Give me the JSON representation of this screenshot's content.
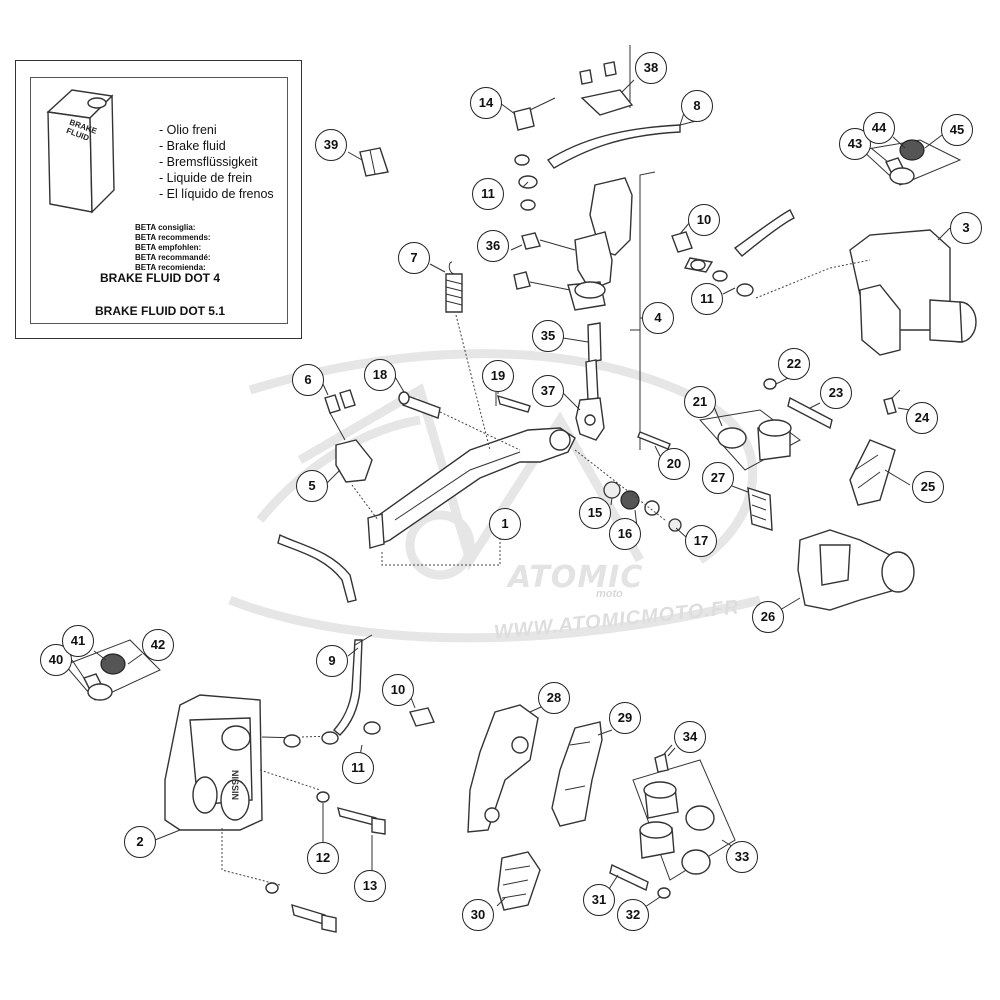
{
  "legend": {
    "bottle_label": "BRAKE FLUID",
    "fluid_names": [
      "- Olio freni",
      "- Brake fluid",
      "- Bremsflüssigkeit",
      "- Liquide de frein",
      "- El líquido de frenos"
    ],
    "recommendations": [
      "BETA consiglia:",
      "BETA recommends:",
      "BETA empfohlen:",
      "BETA recommandé:",
      "BETA recomienda:"
    ],
    "spec_1": "BRAKE FLUID DOT 4",
    "spec_2": "BRAKE FLUID DOT 5.1"
  },
  "watermark": {
    "brand": "ATOMIC",
    "brand_small": "moto",
    "site": "WWW.ATOMICMOTO.FR"
  },
  "caliper_text": "NISSIN",
  "callouts": [
    "1",
    "2",
    "3",
    "4",
    "5",
    "6",
    "7",
    "8",
    "9",
    "10",
    "10",
    "11",
    "11",
    "11",
    "12",
    "13",
    "14",
    "15",
    "16",
    "17",
    "18",
    "19",
    "20",
    "21",
    "22",
    "23",
    "24",
    "25",
    "26",
    "27",
    "28",
    "29",
    "30",
    "31",
    "32",
    "33",
    "34",
    "35",
    "36",
    "37",
    "38",
    "39",
    "40",
    "41",
    "42",
    "43",
    "44",
    "45"
  ],
  "colors": {
    "line": "#333333",
    "watermark": "#e3e3e3"
  }
}
